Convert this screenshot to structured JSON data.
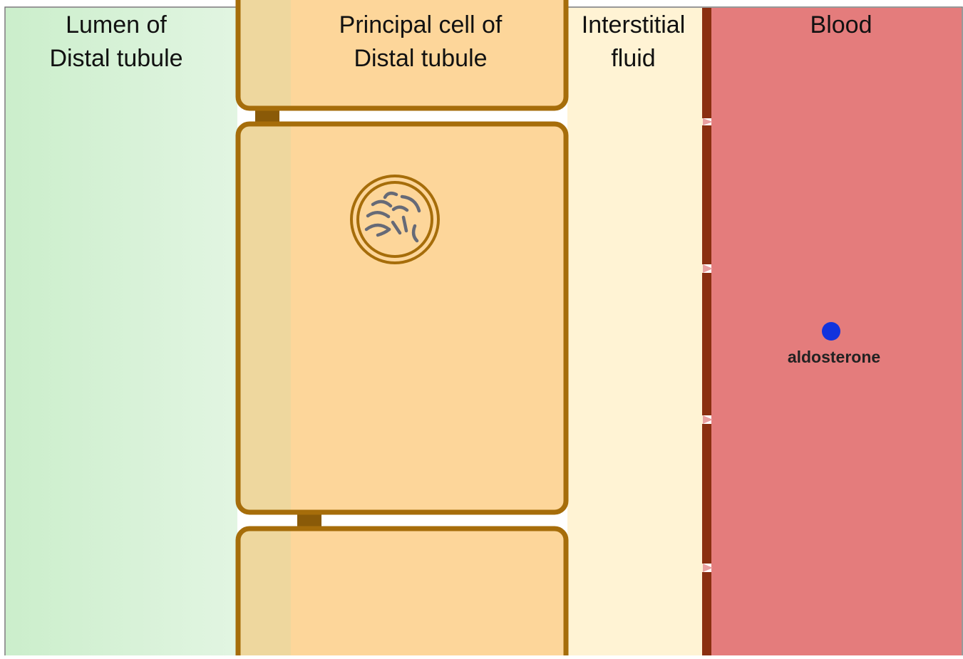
{
  "regions": {
    "lumen": {
      "line1": "Lumen of",
      "line2": "Distal tubule"
    },
    "principal_cell": {
      "line1": "Principal cell of",
      "line2": "Distal tubule"
    },
    "interstitial": {
      "line1": "Interstitial",
      "line2": "fluid"
    },
    "blood": {
      "line1": "Blood"
    }
  },
  "molecules": {
    "aldosterone": "aldosterone"
  },
  "colors": {
    "lumen_light": "#dcf3dc",
    "lumen_dark": "#cbeecb",
    "cell_fill": "#fdd69a",
    "cell_apical": "#eed79e",
    "cell_border": "#a66d0a",
    "junction": "#8a5a08",
    "interstitial": "#fff3d4",
    "blood": "#e47c7c",
    "blood_border": "#8a2f10",
    "aldosterone_dot": "#1133dd",
    "chromatin": "#666a77"
  }
}
